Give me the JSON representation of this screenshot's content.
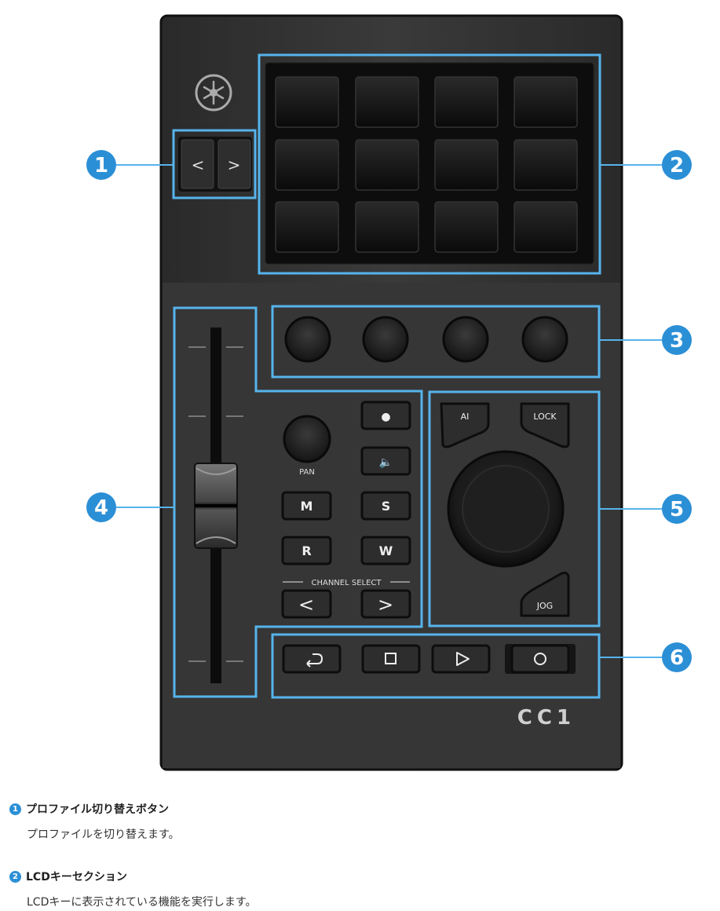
{
  "device": {
    "model_logo": "CC1",
    "profile_buttons": [
      "<",
      ">"
    ],
    "pad_count": 12,
    "knob_count": 4,
    "pan_label": "PAN",
    "channel_buttons": [
      "●",
      "🔈",
      "M",
      "S",
      "R",
      "W"
    ],
    "channel_select_label": "CHANNEL SELECT",
    "channel_select_buttons": [
      "<",
      ">"
    ],
    "jog_section": {
      "ai_label": "AI",
      "lock_label": "LOCK",
      "jog_label": "JOG"
    },
    "callouts": [
      "1",
      "2",
      "3",
      "4",
      "5",
      "6"
    ],
    "colors": {
      "highlight": "#56b4ec",
      "callout": "#2b8fd6",
      "body": "#3a3a3a"
    }
  },
  "legend": [
    {
      "num": "1",
      "title": "プロファイル切り替えボタン",
      "desc": "プロファイルを切り替えます。"
    },
    {
      "num": "2",
      "title": "LCDキーセクション",
      "desc": "LCDキーに表示されている機能を実行します。"
    }
  ]
}
